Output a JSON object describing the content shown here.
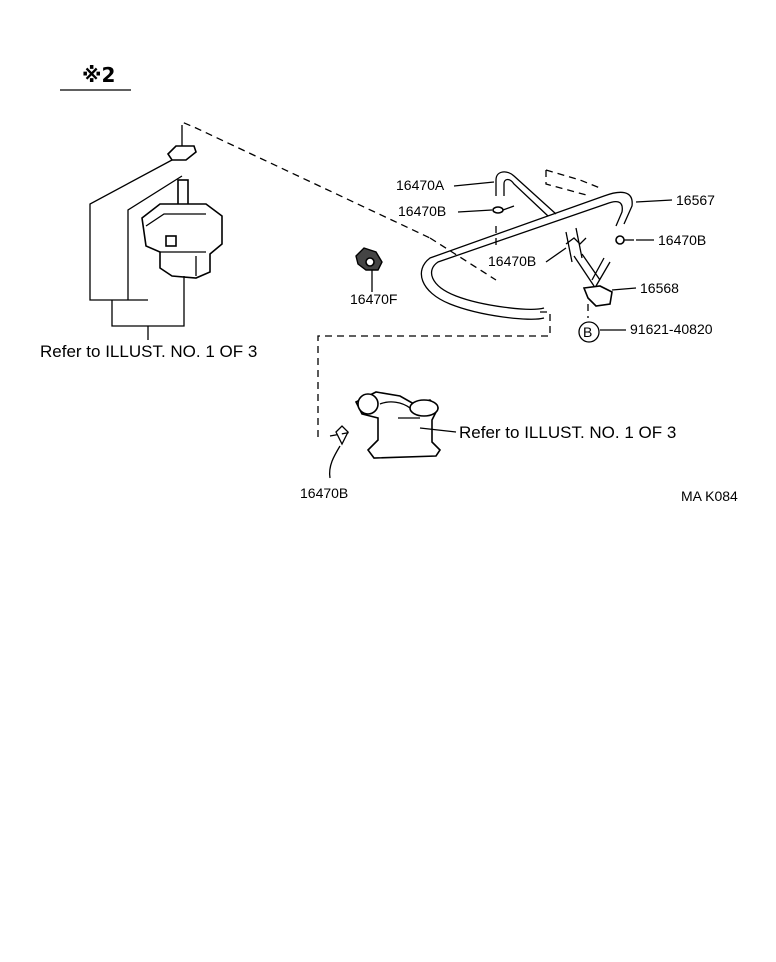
{
  "title": "※2",
  "labels": {
    "p16470A": "16470A",
    "p16470B_top": "16470B",
    "p16470B_mid": "16470B",
    "p16470B_right": "16470B",
    "p16470B_bottom": "16470B",
    "p16470F": "16470F",
    "p16567": "16567",
    "p16568": "16568",
    "bolt_circle": "B",
    "bolt_part": "91621-40820",
    "refer_left": "Refer to ILLUST. NO. 1 OF 3",
    "refer_right": "Refer to ILLUST. NO. 1 OF 3",
    "diagram_code": "MA K084"
  }
}
